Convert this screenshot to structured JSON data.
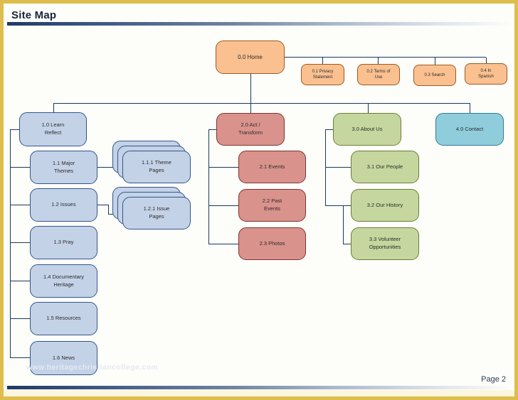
{
  "header": {
    "title": "Site Map"
  },
  "footer": {
    "page_label": "Page 2"
  },
  "watermark": "www.heritagechristiancollege.com",
  "colors": {
    "frame": "#DDBE4C",
    "rule_dark": "#1F3864",
    "connector": "#1B3A5C",
    "box_orange": "#FAC090",
    "box_blue": "#C4D2E7",
    "box_red": "#D9928C",
    "box_green": "#C5D79E",
    "box_teal": "#8FCDDD"
  },
  "sitemap": {
    "home": {
      "label": "0.0 Home"
    },
    "utility_pages": [
      {
        "label": "0.1 Privacy\nStatement"
      },
      {
        "label": "0.2 Terms of\nUse"
      },
      {
        "label": "0.3 Search"
      },
      {
        "label": "0.4 In\nSpanish"
      }
    ],
    "sections": [
      {
        "label": "1.0 Learn\nReflect",
        "children": [
          {
            "label": "1.1 Major\nThemes",
            "subpages": {
              "label": "1.1.1 Theme\nPages"
            }
          },
          {
            "label": "1.2 Issues",
            "subpages": {
              "label": "1.2.1 Issue\nPages"
            }
          },
          {
            "label": "1.3 Pray"
          },
          {
            "label": "1.4 Documentary\nHeritage"
          },
          {
            "label": "1.5 Resources"
          },
          {
            "label": "1.6 News"
          }
        ]
      },
      {
        "label": "2.0 Act /\nTransform",
        "children": [
          {
            "label": "2.1 Events"
          },
          {
            "label": "2.2 Past\nEvents"
          },
          {
            "label": "2.3 Photos"
          }
        ]
      },
      {
        "label": "3.0 About Us",
        "children": [
          {
            "label": "3.1 Our People"
          },
          {
            "label": "3.2 Our History"
          },
          {
            "label": "3.3 Volunteer\nOpportunities"
          }
        ]
      },
      {
        "label": "4.0 Contact",
        "children": []
      }
    ]
  }
}
